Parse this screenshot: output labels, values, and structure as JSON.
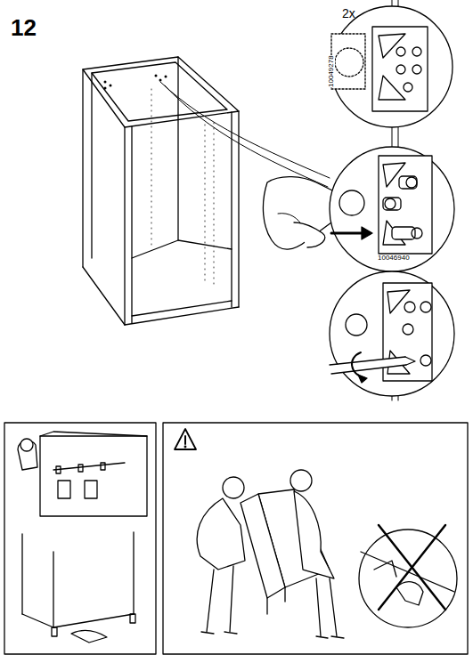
{
  "diagram": {
    "labels": [
      "12",
      "2x",
      "10049278",
      "10046940"
    ]
  }
}
